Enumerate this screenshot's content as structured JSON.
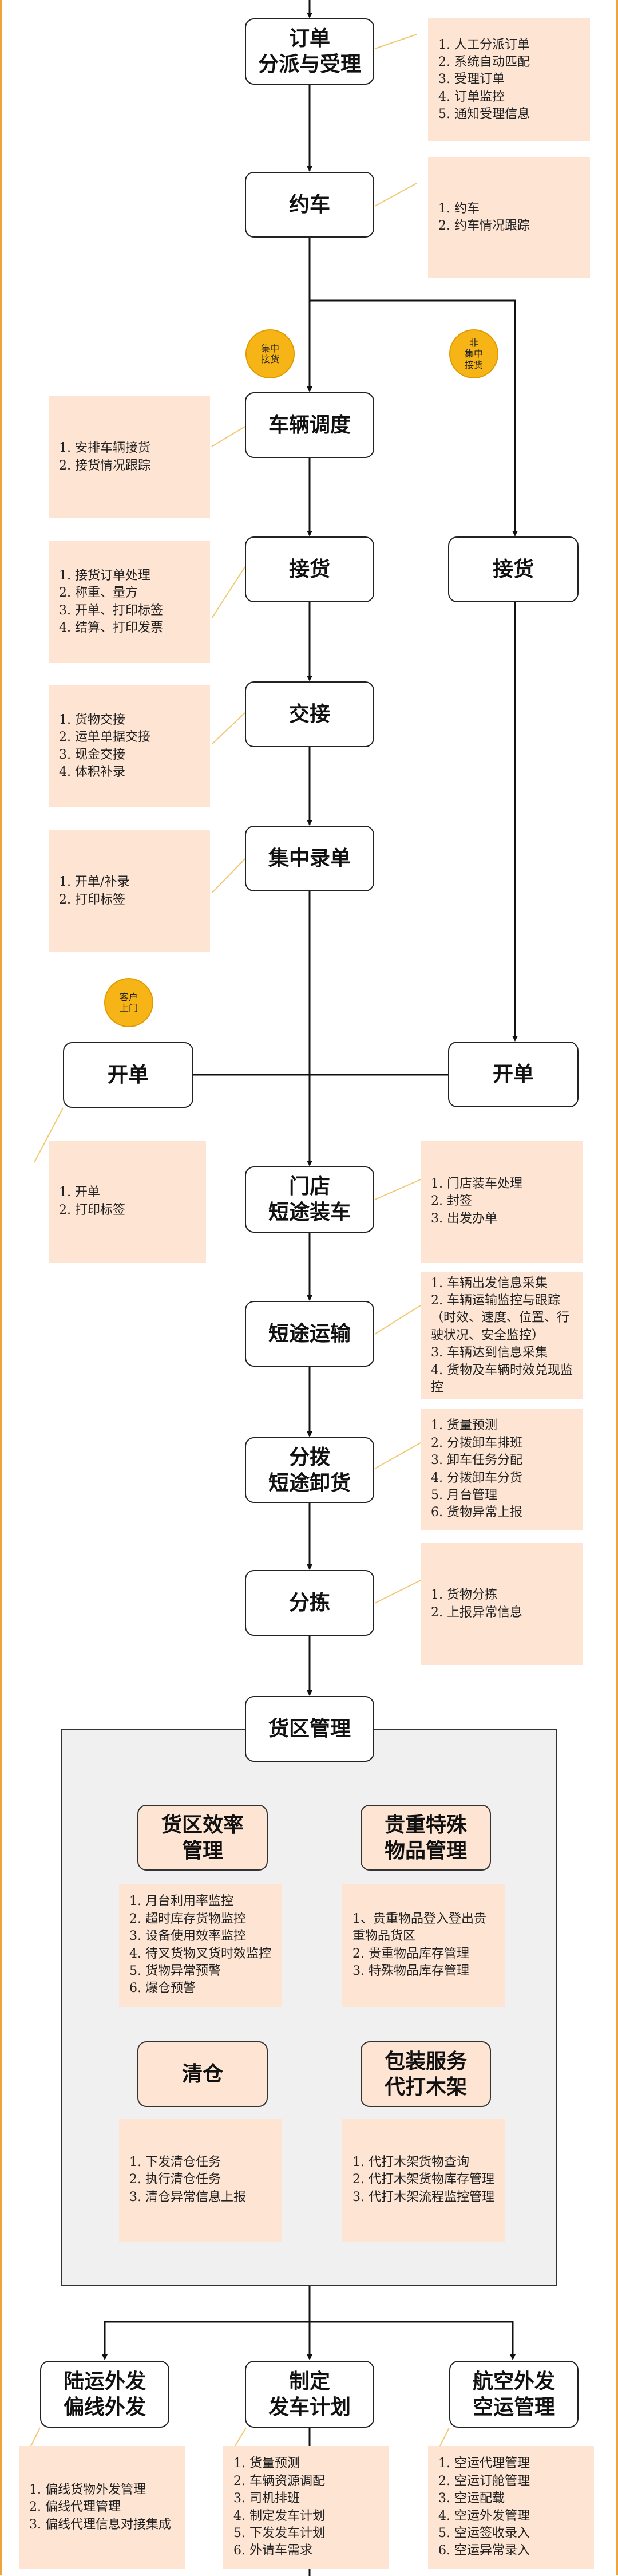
{
  "colors": {
    "accent": "#f0a33a",
    "note_bg": "#fde4d3",
    "badge": "#f7b416",
    "line": "#111111"
  },
  "nodes": {
    "dispatch": "订单\n分派与受理",
    "book_car": "约车",
    "vehicle_dispatch": "车辆调度",
    "pickup_left": "接货",
    "pickup_right": "接货",
    "handover": "交接",
    "central_entry": "集中录单",
    "billing_left": "开单",
    "billing_right": "开单",
    "store_loading": "门店\n短途装车",
    "short_transport": "短途运输",
    "sort_unload": "分拨\n短途卸货",
    "sorting": "分拣",
    "cargo_area": "货区管理",
    "efficiency": "货区效率\n管理",
    "valuables": "贵重特殊\n物品管理",
    "clear_warehouse": "清仓",
    "packaging": "包装服务\n代打木架",
    "land_outsource": "陆运外发\n偏线外发",
    "dispatch_plan": "制定\n发车计划",
    "air_outsource": "航空外发\n空运管理"
  },
  "badges": {
    "centralized": "集中\n接货",
    "non_centralized": "非\n集中\n接货",
    "customer_visit": "客户\n上门"
  },
  "notes": {
    "dispatch": [
      "1. 人工分派订单",
      "2. 系统自动匹配",
      "3. 受理订单",
      "4. 订单监控",
      "5. 通知受理信息"
    ],
    "book_car": [
      "1. 约车",
      "2. 约车情况跟踪"
    ],
    "vehicle_dispatch": [
      "1. 安排车辆接货",
      "2. 接货情况跟踪"
    ],
    "pickup": [
      "1. 接货订单处理",
      "2. 称重、量方",
      "3. 开单、打印标签",
      "4. 结算、打印发票"
    ],
    "handover": [
      "1. 货物交接",
      "2. 运单单据交接",
      "3. 现金交接",
      "4. 体积补录"
    ],
    "central_entry": [
      "1. 开单/补录",
      "2. 打印标签"
    ],
    "billing_left": [
      "1. 开单",
      "2. 打印标签"
    ],
    "store_loading": [
      "1. 门店装车处理",
      "2. 封签",
      "3. 出发办单"
    ],
    "short_transport": [
      "1. 车辆出发信息采集",
      "2. 车辆运输监控与跟踪（时效、速度、位置、行驶状况、安全监控）",
      "3. 车辆达到信息采集",
      "4. 货物及车辆时效兑现监控"
    ],
    "sort_unload": [
      "1. 货量预测",
      "2. 分拨卸车排班",
      "3. 卸车任务分配",
      "4. 分拨卸车分货",
      "5. 月台管理",
      "6. 货物异常上报"
    ],
    "sorting": [
      "1. 货物分拣",
      "2. 上报异常信息"
    ],
    "efficiency": [
      "1. 月台利用率监控",
      "2. 超时库存货物监控",
      "3. 设备使用效率监控",
      "4. 待叉货物叉货时效监控",
      "5. 货物异常预警",
      "6. 爆仓预警"
    ],
    "valuables": [
      "1、贵重物品登入登出贵重物品货区",
      "2. 贵重物品库存管理",
      "3. 特殊物品库存管理"
    ],
    "clear_warehouse": [
      "1. 下发清仓任务",
      "2. 执行清仓任务",
      "3. 清仓异常信息上报"
    ],
    "packaging": [
      "1. 代打木架货物查询",
      "2. 代打木架货物库存管理",
      "3. 代打木架流程监控管理"
    ],
    "land_outsource": [
      "1. 偏线货物外发管理",
      "2. 偏线代理管理",
      "3. 偏线代理信息对接集成"
    ],
    "dispatch_plan": [
      "1. 货量预测",
      "2. 车辆资源调配",
      "3. 司机排班",
      "4. 制定发车计划",
      "5. 下发发车计划",
      "6. 外请车需求"
    ],
    "air_outsource": [
      "1. 空运代理管理",
      "2. 空运订舱管理",
      "3. 空运配载",
      "4. 空运外发管理",
      "5. 空运签收录入",
      "6. 空运异常录入"
    ]
  }
}
